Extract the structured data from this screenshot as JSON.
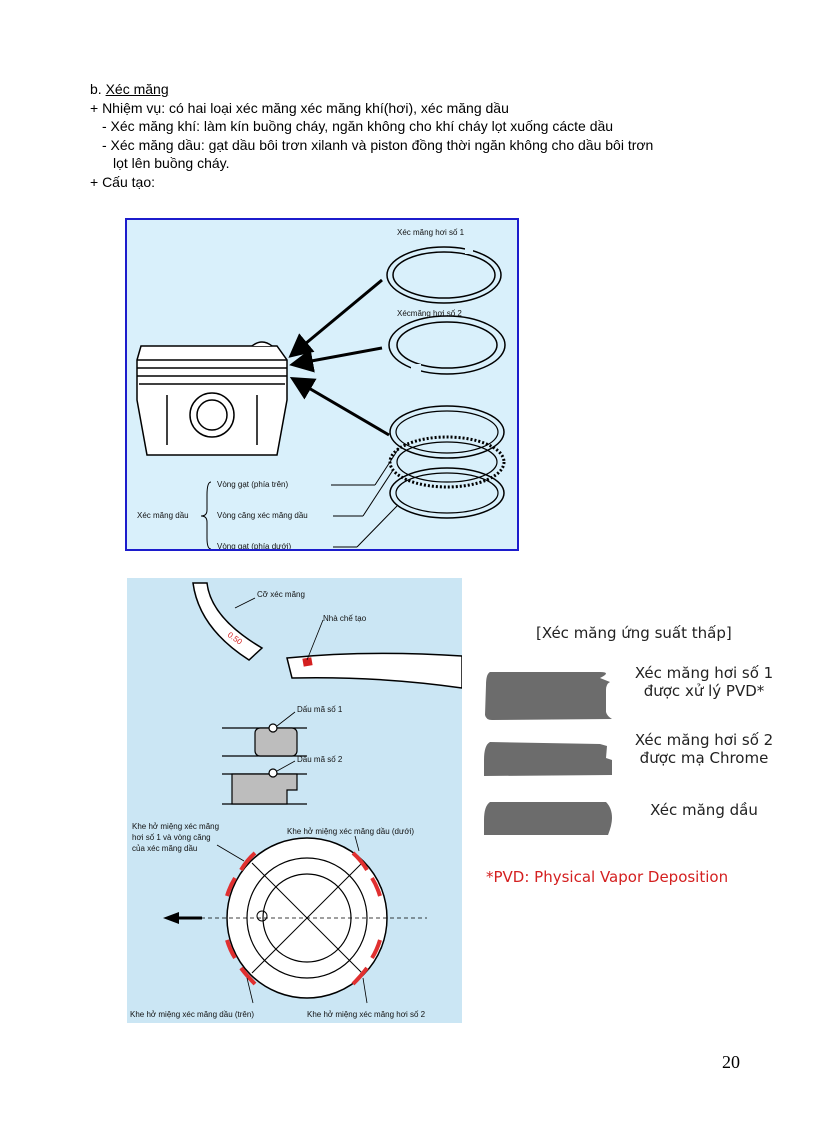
{
  "section": {
    "heading_prefix": "b. ",
    "heading": "Xéc măng",
    "duty": "+ Nhiệm vụ: có hai loại xéc măng xéc măng khí(hơi), xéc măng dầu",
    "gas_ring": "- Xéc măng khí: làm kín buồng cháy, ngăn không cho khí cháy lọt xuống cácte dầu",
    "oil_ring_1": "- Xéc măng dầu: gạt dầu bôi trơn xilanh và piston đồng thời ngăn không cho dầu bôi trơn",
    "oil_ring_2": "lọt lên buồng cháy.",
    "structure": "+ Cấu tạo:"
  },
  "figure1": {
    "ring1": "Xéc măng hơi số 1",
    "ring2": "Xécmăng hơi số 2",
    "oil_group": "Xéc măng dầu",
    "upper_rail": "Vòng gạt (phía trên)",
    "expander": "Vòng căng xéc măng dầu",
    "lower_rail": "Vòng gạt (phía dưới)"
  },
  "figure2": {
    "ring_size": "Cỡ xéc măng",
    "maker": "Nhà chế tạo",
    "code1": "Dấu mã số 1",
    "code2": "Dấu mã số 2",
    "gap_ring1_l1": "Khe hở miệng xéc măng",
    "gap_ring1_l2": "hơi số 1 và vòng căng",
    "gap_ring1_l3": "của xéc măng dầu",
    "gap_oil_lower": "Khe hở miệng xéc măng dầu (dưới)",
    "gap_oil_upper": "Khe hở miệng xéc măng dầu (trên)",
    "gap_ring2": "Khe hở miệng xéc măng hơi số 2",
    "stamp": "0.50"
  },
  "right_panel": {
    "title": "[Xéc măng ứng suất thấp]",
    "r1_l1": "Xéc măng hơi số 1",
    "r1_l2": "được xử lý PVD*",
    "r2_l1": "Xéc măng hơi số 2",
    "r2_l2": "được mạ Chrome",
    "r3": "Xéc măng dầu",
    "footnote": "*PVD: Physical Vapor Deposition"
  },
  "page_number": "20"
}
